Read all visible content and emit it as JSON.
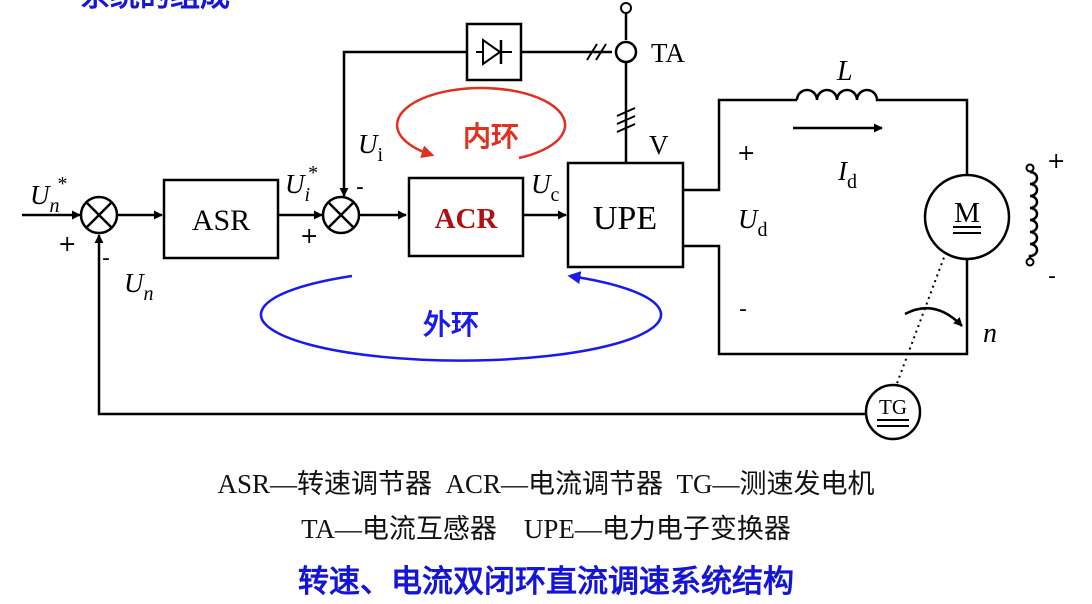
{
  "header_partial": "系统的组成",
  "blocks": {
    "asr": "ASR",
    "acr": "ACR",
    "upe": "UPE",
    "tg": "TG",
    "motor": "M"
  },
  "signals": {
    "speed_ref": "U",
    "speed_ref_sub": "n",
    "speed_ref_sup": "*",
    "current_ref": "U",
    "current_ref_sub": "i",
    "current_ref_sup": "*",
    "current_fb": "U",
    "current_fb_sub": "i",
    "speed_fb": "U",
    "speed_fb_sub": "n",
    "control_voltage": "U",
    "control_voltage_sub": "c",
    "armature_voltage": "U",
    "armature_voltage_sub": "d",
    "armature_current": "I",
    "armature_current_sub": "d",
    "inductor": "L",
    "speed": "n",
    "ta": "TA",
    "v": "V"
  },
  "signs": {
    "plus": "+",
    "minus": "-"
  },
  "loops": {
    "inner": "内环",
    "outer": "外环"
  },
  "legend": {
    "line1": "ASR—转速调节器  ACR—电流调节器  TG—测速发电机",
    "line2": "TA—电流互感器    UPE—电力电子变换器"
  },
  "title": "转速、电流双闭环直流调速系统结构",
  "colors": {
    "inner_loop": "#e0301e",
    "outer_loop": "#1a1aee",
    "acr_text": "#b01010",
    "title": "#1515d8"
  }
}
